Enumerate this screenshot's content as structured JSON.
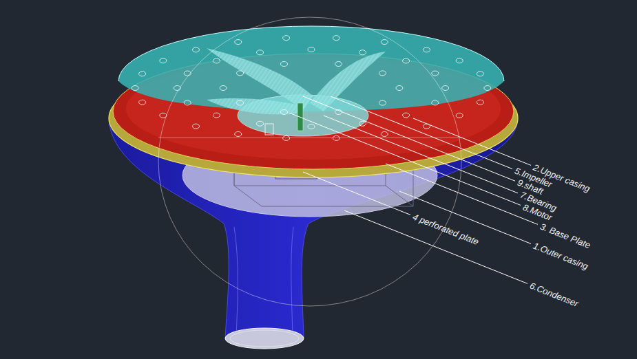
{
  "diagram": {
    "labels": [
      "2.Upper casing",
      "5.Impeller",
      "9.shaft",
      "7.Bearing",
      "8.Motor",
      "3. Base Plate",
      "4 perforated plate",
      "1.Outer casing",
      "6.Condenser"
    ]
  }
}
